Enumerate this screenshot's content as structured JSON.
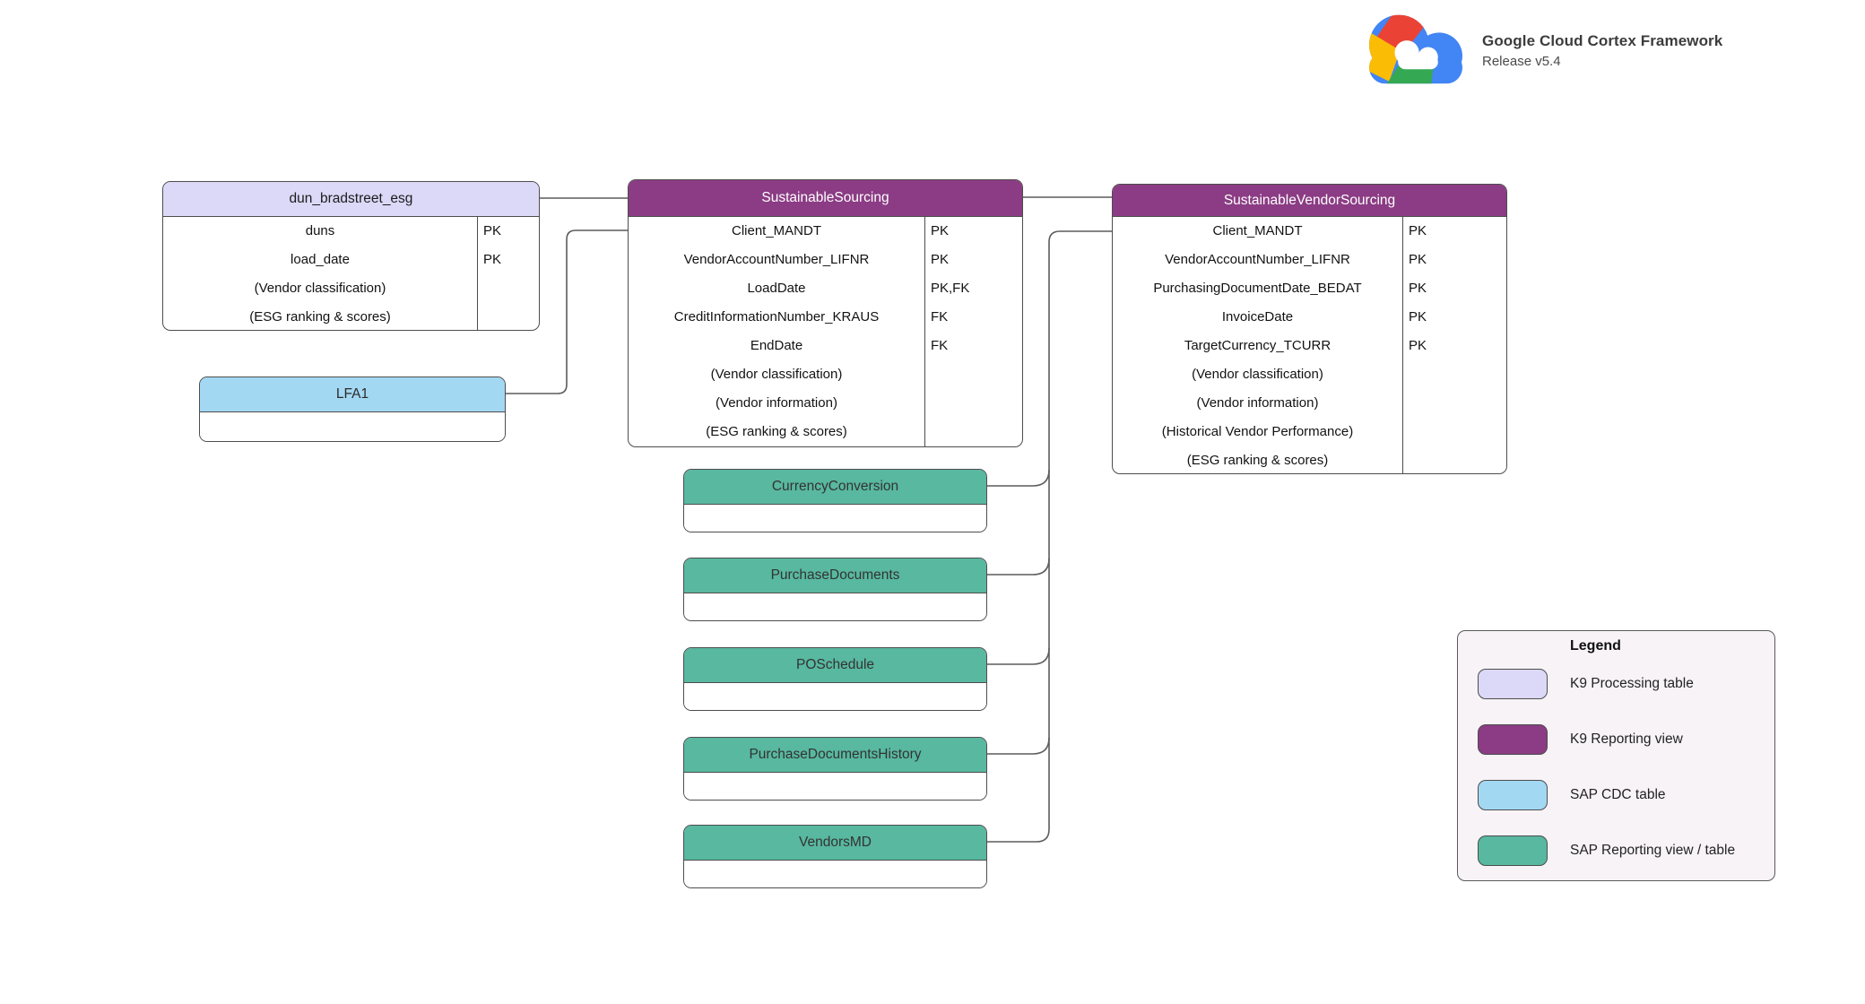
{
  "brand": {
    "title": "Google Cloud Cortex Framework",
    "subtitle": "Release v5.4",
    "logo": "google-cloud-logo"
  },
  "tables": {
    "dun_bradstreet_esg": {
      "title": "dun_bradstreet_esg",
      "rows": [
        {
          "name": "duns",
          "key": "PK"
        },
        {
          "name": "load_date",
          "key": "PK"
        },
        {
          "name": "(Vendor classification)",
          "key": ""
        },
        {
          "name": "(ESG ranking & scores)",
          "key": ""
        }
      ]
    },
    "lfa1": {
      "title": "LFA1"
    },
    "sustainable_sourcing": {
      "title": "SustainableSourcing",
      "rows": [
        {
          "name": "Client_MANDT",
          "key": "PK"
        },
        {
          "name": "VendorAccountNumber_LIFNR",
          "key": "PK"
        },
        {
          "name": "LoadDate",
          "key": "PK,FK"
        },
        {
          "name": "CreditInformationNumber_KRAUS",
          "key": "FK"
        },
        {
          "name": "EndDate",
          "key": "FK"
        },
        {
          "name": "(Vendor classification)",
          "key": ""
        },
        {
          "name": "(Vendor information)",
          "key": ""
        },
        {
          "name": "(ESG ranking & scores)",
          "key": ""
        }
      ]
    },
    "sustainable_vendor_sourcing": {
      "title": "SustainableVendorSourcing",
      "rows": [
        {
          "name": "Client_MANDT",
          "key": "PK"
        },
        {
          "name": "VendorAccountNumber_LIFNR",
          "key": "PK"
        },
        {
          "name": "PurchasingDocumentDate_BEDAT",
          "key": "PK"
        },
        {
          "name": "InvoiceDate",
          "key": "PK"
        },
        {
          "name": "TargetCurrency_TCURR",
          "key": "PK"
        },
        {
          "name": "(Vendor classification)",
          "key": ""
        },
        {
          "name": "(Vendor information)",
          "key": ""
        },
        {
          "name": "(Historical Vendor Performance)",
          "key": ""
        },
        {
          "name": "(ESG ranking & scores)",
          "key": ""
        }
      ]
    },
    "sap_tables": [
      {
        "title": "CurrencyConversion"
      },
      {
        "title": "PurchaseDocuments"
      },
      {
        "title": "POSchedule"
      },
      {
        "title": "PurchaseDocumentsHistory"
      },
      {
        "title": "VendorsMD"
      }
    ]
  },
  "legend": {
    "title": "Legend",
    "items": [
      {
        "label": "K9 Processing table",
        "color": "#dcd8f8"
      },
      {
        "label": "K9 Reporting view",
        "color": "#8b3c84"
      },
      {
        "label": "SAP CDC table",
        "color": "#a3d8f3"
      },
      {
        "label": "SAP Reporting view / table",
        "color": "#58b8a0"
      }
    ]
  }
}
